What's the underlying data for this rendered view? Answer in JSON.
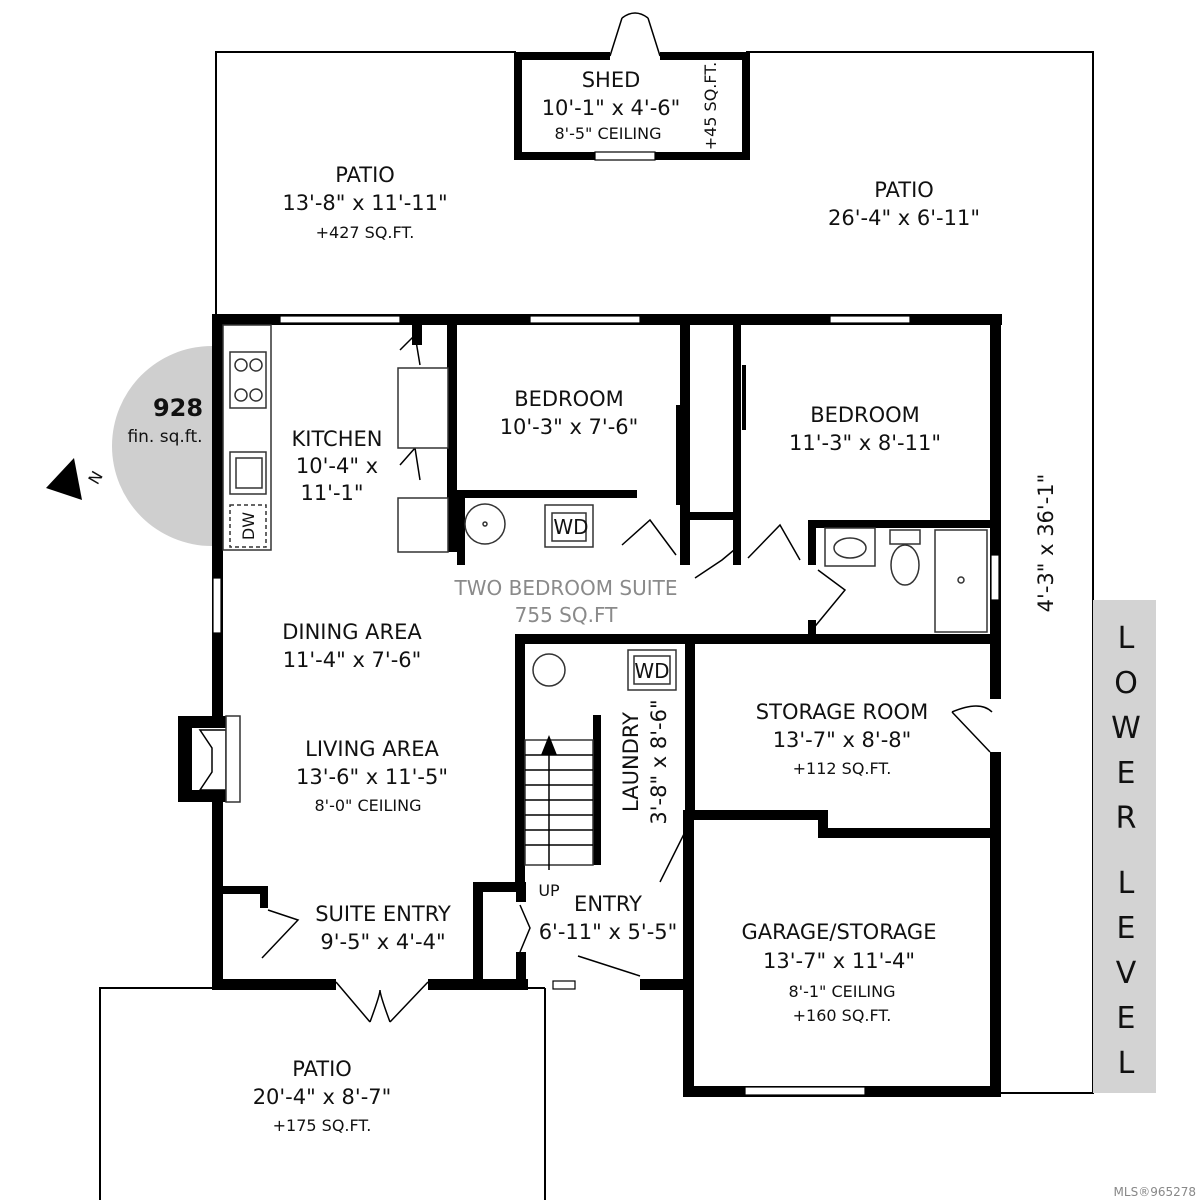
{
  "badge": {
    "area": "928",
    "unit": "fin. sq.ft.",
    "compass": "N"
  },
  "level_label": [
    "L",
    "O",
    "W",
    "E",
    "R",
    "L",
    "E",
    "V",
    "E",
    "L"
  ],
  "rooms": {
    "shed": {
      "name": "SHED",
      "dims": "10'-1\" x 4'-6\"",
      "ceiling": "8'-5\" CEILING",
      "area": "+45 SQ.FT."
    },
    "patio_nw": {
      "name": "PATIO",
      "dims": "13'-8\" x 11'-11\"",
      "area": "+427 SQ.FT."
    },
    "patio_ne": {
      "name": "PATIO",
      "dims": "26'-4\" x 6'-11\""
    },
    "kitchen": {
      "name": "KITCHEN",
      "dims_1": "10'-4\" x",
      "dims_2": "11'-1\""
    },
    "bedroom_1": {
      "name": "BEDROOM",
      "dims": "10'-3\" x 7'-6\""
    },
    "bedroom_2": {
      "name": "BEDROOM",
      "dims": "11'-3\" x 8'-11\""
    },
    "suite": {
      "name": "TWO BEDROOM SUITE",
      "area": "755 SQ.FT"
    },
    "dining": {
      "name": "DINING AREA",
      "dims": "11'-4\" x 7'-6\""
    },
    "living": {
      "name": "LIVING AREA",
      "dims": "13'-6\" x 11'-5\"",
      "ceiling": "8'-0\" CEILING"
    },
    "laundry": {
      "name": "LAUNDRY",
      "dims": "3'-8\" x 8'-6\""
    },
    "storage": {
      "name": "STORAGE ROOM",
      "dims": "13'-7\" x 8'-8\"",
      "area": "+112 SQ.FT."
    },
    "suite_entry": {
      "name": "SUITE ENTRY",
      "dims": "9'-5\" x 4'-4\""
    },
    "entry": {
      "name": "ENTRY",
      "dims": "6'-11\" x 5'-5\""
    },
    "garage": {
      "name": "GARAGE/STORAGE",
      "dims": "13'-7\" x 11'-4\"",
      "ceiling": "8'-1\" CEILING",
      "area": "+160 SQ.FT."
    },
    "patio_s": {
      "name": "PATIO",
      "dims": "20'-4\" x 8'-7\"",
      "area": "+175 SQ.FT."
    },
    "side_strip": {
      "dims": "4'-3\" x 36'-1\""
    }
  },
  "fixtures": {
    "dishwasher": "DW",
    "washer_dryer_1": "WD",
    "washer_dryer_2": "WD",
    "stairs": "UP"
  },
  "watermark": "MLS®965278"
}
